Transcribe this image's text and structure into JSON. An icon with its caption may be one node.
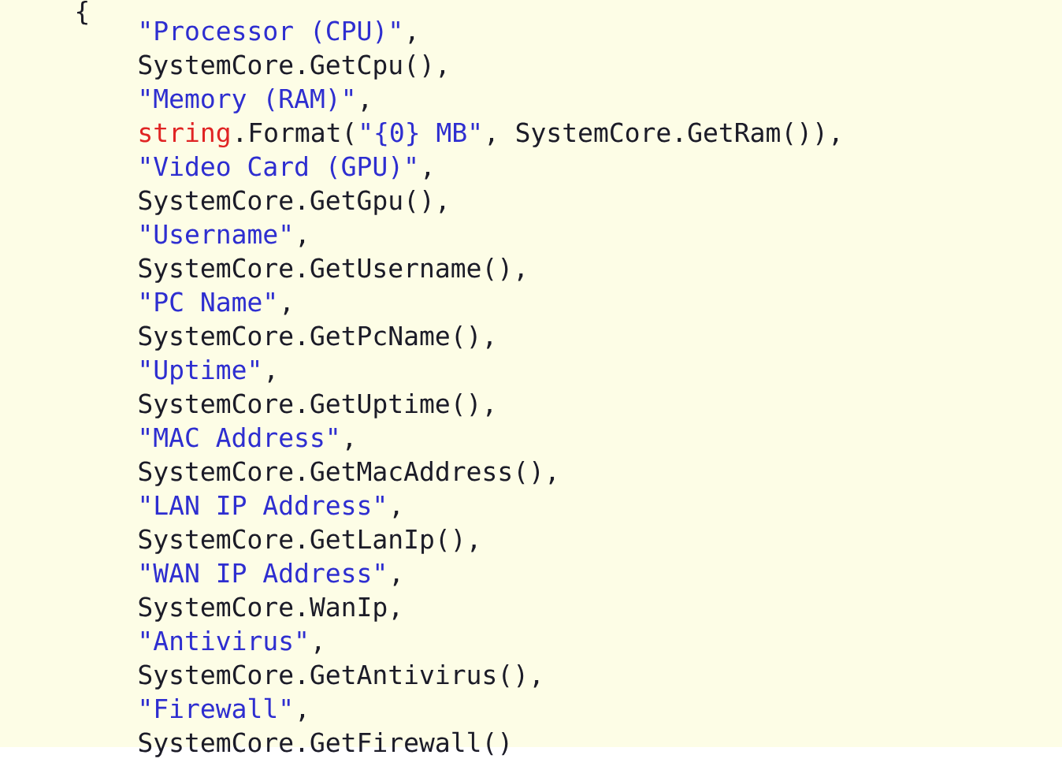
{
  "diagram": {
    "labels": [
      "{",
      "\"Processor (CPU)\"",
      ",",
      "SystemCore.GetCpu(),",
      "\"Memory (RAM)\"",
      ",",
      "string",
      ".Format(",
      "\"{0} MB\"",
      ", SystemCore.GetRam()),",
      "\"Video Card (GPU)\"",
      ",",
      "SystemCore.GetGpu(),",
      "\"Username\"",
      ",",
      "SystemCore.GetUsername(),",
      "\"PC Name\"",
      ",",
      "SystemCore.GetPcName(),",
      "\"Uptime\"",
      ",",
      "SystemCore.GetUptime(),",
      "\"MAC Address\"",
      ",",
      "SystemCore.GetMacAddress(),",
      "\"LAN IP Address\"",
      ",",
      "SystemCore.GetLanIp(),",
      "\"WAN IP Address\"",
      ",",
      "SystemCore.WanIp,",
      "\"Antivirus\"",
      ",",
      "SystemCore.GetAntivirus(),",
      "\"Firewall\"",
      ",",
      "SystemCore.GetFirewall()"
    ]
  }
}
